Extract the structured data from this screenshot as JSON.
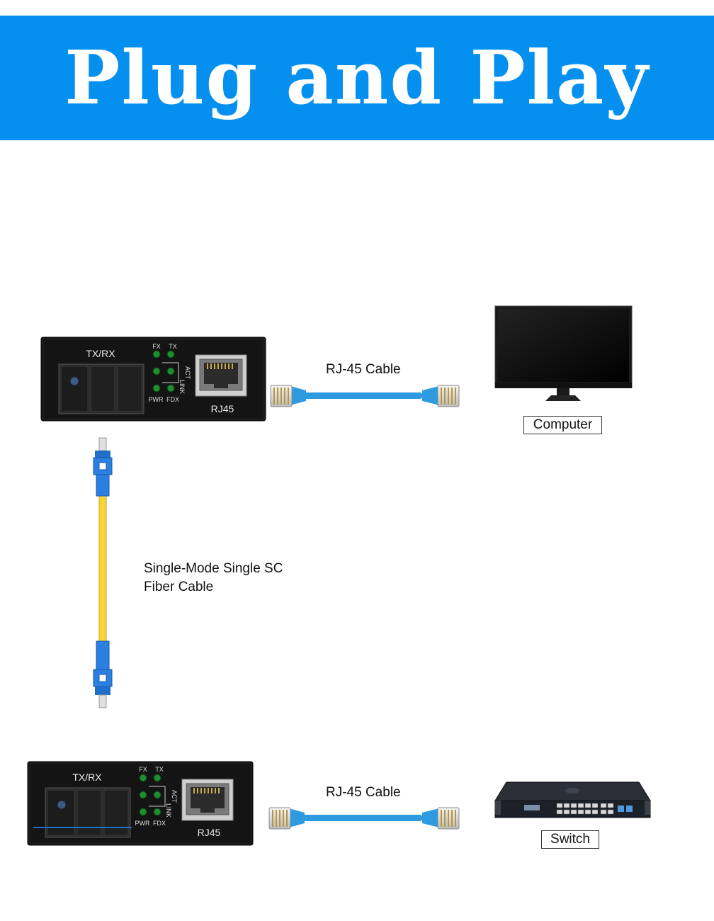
{
  "banner": {
    "title": "Plug and Play",
    "color": "#0590F0"
  },
  "converter_top": {
    "port_label": "TX/RX",
    "leds": {
      "fx": "FX",
      "tx": "TX",
      "act": "ACT",
      "link": "LINK",
      "pwr": "PWR",
      "fdx": "FDX"
    },
    "rj45_label": "RJ45"
  },
  "converter_bottom": {
    "port_label": "TX/RX",
    "leds": {
      "fx": "FX",
      "tx": "TX",
      "act": "ACT",
      "link": "LINK",
      "pwr": "PWR",
      "fdx": "FDX"
    },
    "rj45_label": "RJ45"
  },
  "cables": {
    "top_rj45": "RJ-45 Cable",
    "bottom_rj45": "RJ-45 Cable",
    "fiber_line1": "Single-Mode Single SC",
    "fiber_line2": "Fiber Cable"
  },
  "devices": {
    "computer": "Computer",
    "switch": "Switch"
  },
  "colors": {
    "cable_blue": "#2E9BE0",
    "fiber_yellow": "#F7D43A",
    "led_green": "#1E8F2E",
    "device_black": "#141414"
  }
}
